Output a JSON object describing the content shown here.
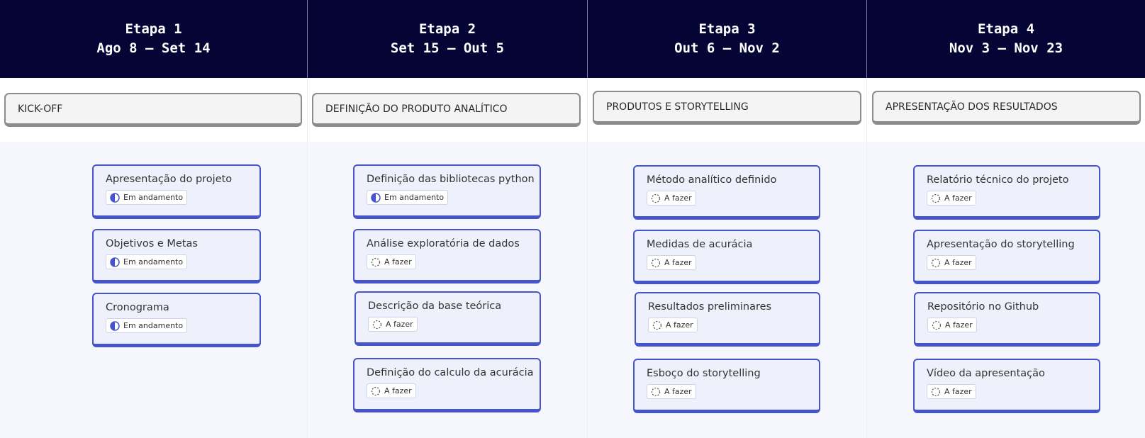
{
  "colors": {
    "header_bg": "#050535",
    "header_text": "#ffffff",
    "card_border": "#4555c9",
    "card_bg": "#eef1fb",
    "phase_bg": "#f4f4f4",
    "phase_border": "#8c8c8c",
    "task_area_bg": "#f6f7fc"
  },
  "columns": [
    {
      "stage": "Etapa 1",
      "dates": "Ago 8 – Set 14",
      "phase": "KICK-OFF",
      "tasks": [
        {
          "title": "Apresentação do projeto",
          "status": "Em andamento",
          "status_icon": "half-circle-icon"
        },
        {
          "title": "Objetivos e Metas",
          "status": "Em andamento",
          "status_icon": "half-circle-icon"
        },
        {
          "title": "Cronograma",
          "status": "Em andamento",
          "status_icon": "half-circle-icon"
        }
      ]
    },
    {
      "stage": "Etapa 2",
      "dates": "Set 15 – Out 5",
      "phase": "DEFINIÇÃO DO PRODUTO ANALÍTICO",
      "tasks": [
        {
          "title": "Definição das bibliotecas python",
          "status": "Em andamento",
          "status_icon": "half-circle-icon"
        },
        {
          "title": "Análise exploratória de dados",
          "status": "A fazer",
          "status_icon": "dashed-circle-icon"
        },
        {
          "title": "Descrição da base teórica",
          "status": "A fazer",
          "status_icon": "dashed-circle-icon"
        },
        {
          "title": "Definição do calculo da acurácia",
          "status": "A fazer",
          "status_icon": "dashed-circle-icon"
        }
      ]
    },
    {
      "stage": "Etapa 3",
      "dates": "Out 6 – Nov 2",
      "phase": "PRODUTOS E STORYTELLING",
      "tasks": [
        {
          "title": "Método analítico definido",
          "status": "A fazer",
          "status_icon": "dashed-circle-icon"
        },
        {
          "title": "Medidas de acurácia",
          "status": "A fazer",
          "status_icon": "dashed-circle-icon"
        },
        {
          "title": "Resultados preliminares",
          "status": "A fazer",
          "status_icon": "dashed-circle-icon"
        },
        {
          "title": "Esboço do storytelling",
          "status": "A fazer",
          "status_icon": "dashed-circle-icon"
        }
      ]
    },
    {
      "stage": "Etapa 4",
      "dates": "Nov 3 – Nov 23",
      "phase": "APRESENTAÇÃO DOS RESULTADOS",
      "tasks": [
        {
          "title": "Relatório técnico do projeto",
          "status": "A fazer",
          "status_icon": "dashed-circle-icon"
        },
        {
          "title": "Apresentação do storytelling",
          "status": "A fazer",
          "status_icon": "dashed-circle-icon"
        },
        {
          "title": "Repositório no Github",
          "status": "A fazer",
          "status_icon": "dashed-circle-icon"
        },
        {
          "title": "Vídeo da apresentação",
          "status": "A fazer",
          "status_icon": "dashed-circle-icon"
        }
      ]
    }
  ]
}
